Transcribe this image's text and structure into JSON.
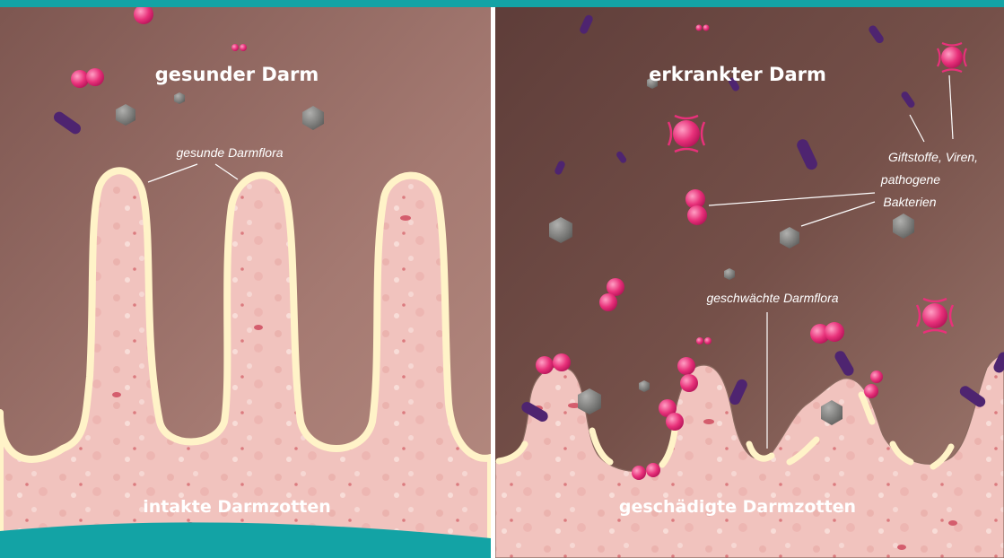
{
  "panels": {
    "healthy": {
      "title": "gesunder Darm",
      "flora_label": "gesunde Darmflora",
      "villi_label": "intakte Darmzotten"
    },
    "diseased": {
      "title": "erkrankter Darm",
      "toxins_label_lines": [
        "Giftstoffe, Viren,",
        "pathogene",
        "Bakterien"
      ],
      "flora_label": "geschwächte Darmflora",
      "villi_label": "geschädigte Darmzotten"
    }
  },
  "colors": {
    "teal": "#13a3a5",
    "lumen_left": "#9a6a64",
    "lumen_right": "#6f4a45",
    "tissue": "#f3c9c4",
    "mucosa_outline": "#fff3c8",
    "virus_pink": "#e8317a",
    "rod_purple": "#5a2a7a",
    "particle_gray": "#7a7a78"
  }
}
